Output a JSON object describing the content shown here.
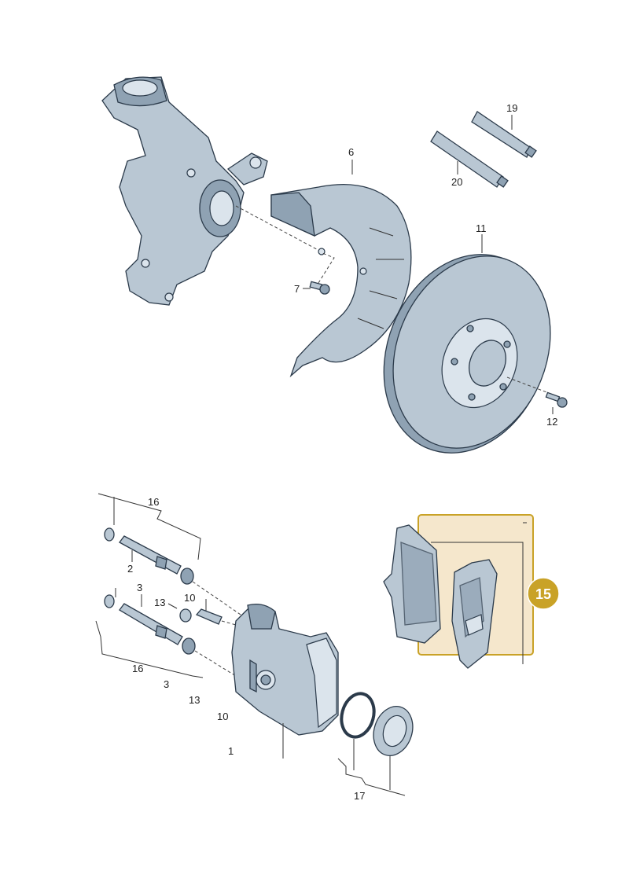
{
  "labels": {
    "p1": "1",
    "p2": "2",
    "p3a": "3",
    "p3b": "3",
    "p6": "6",
    "p7": "7",
    "p10a": "10",
    "p10b": "10",
    "p11": "11",
    "p12": "12",
    "p13a": "13",
    "p13b": "13",
    "p16a": "16",
    "p16b": "16",
    "p17": "17",
    "p19": "19",
    "p20": "20"
  },
  "highlight": {
    "badge": "15",
    "badge_color": "#c9a227",
    "box_fill": "#f3e3c3",
    "box_stroke": "#c9a227"
  },
  "colors": {
    "part_fill": "#b9c7d3",
    "outline": "#2b3a4a"
  }
}
